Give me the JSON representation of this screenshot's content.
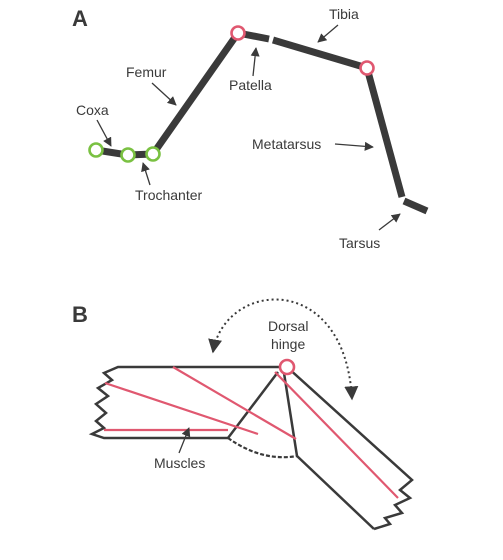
{
  "panel_a": {
    "letter": "A",
    "labels": {
      "coxa": "Coxa",
      "femur": "Femur",
      "trochanter": "Trochanter",
      "patella": "Patella",
      "tibia": "Tibia",
      "metatarsus": "Metatarsus",
      "tarsus": "Tarsus"
    }
  },
  "panel_b": {
    "letter": "B",
    "labels": {
      "dorsal": "Dorsal",
      "hinge": "hinge",
      "muscles": "Muscles"
    }
  },
  "colors": {
    "segment": "#3a3a3a",
    "hinge_joint": "#e05870",
    "trochanter_joint": "#7ac142",
    "muscle": "#e05870"
  }
}
